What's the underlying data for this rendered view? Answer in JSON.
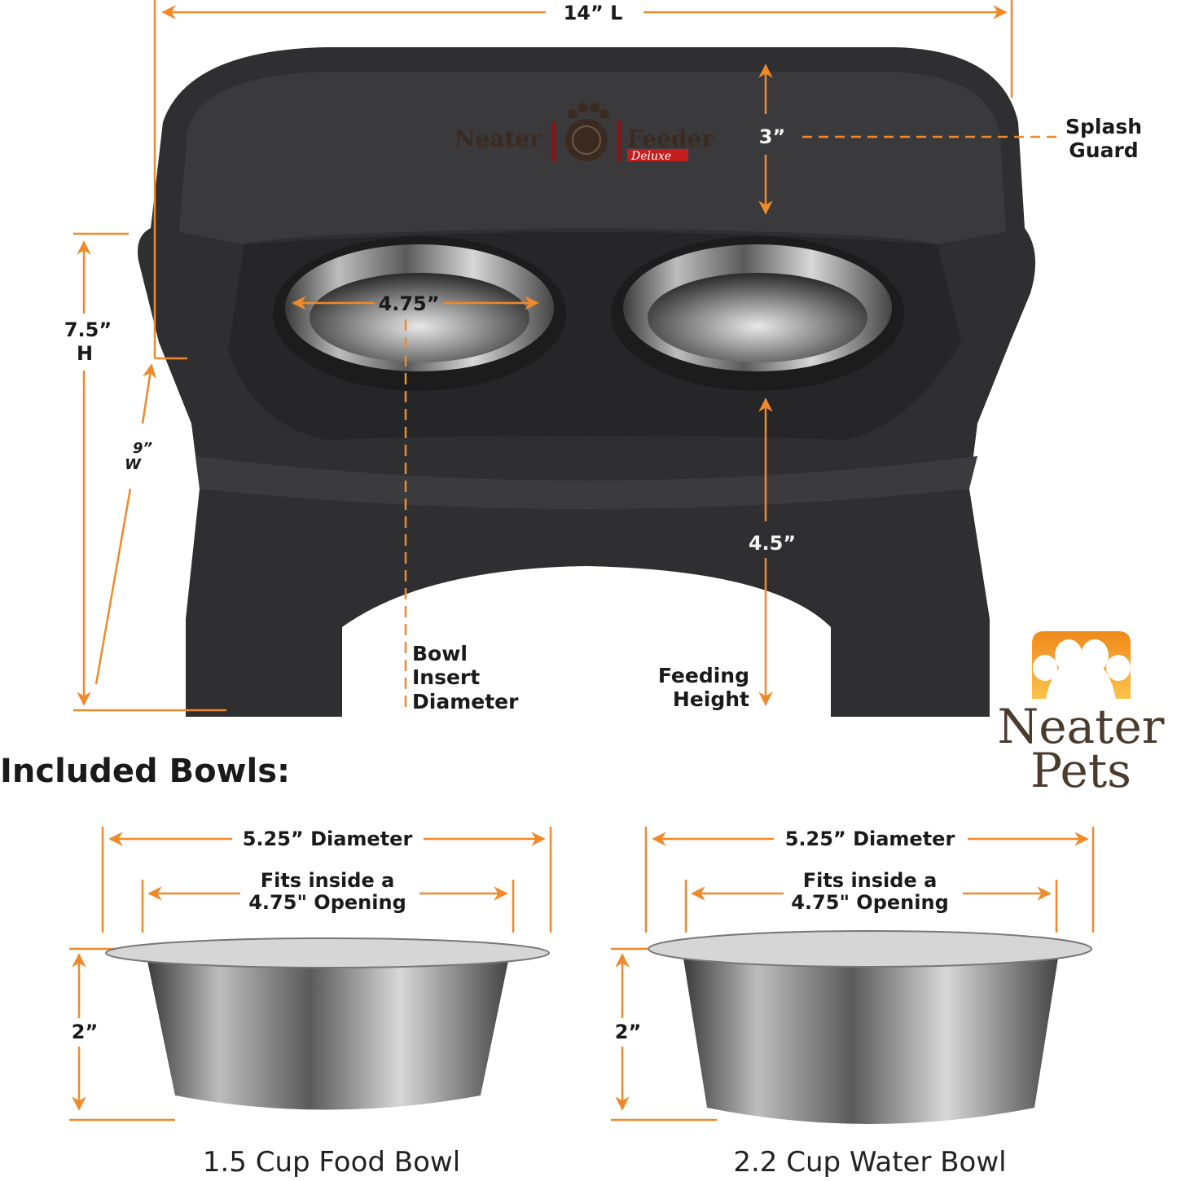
{
  "colors": {
    "accent": "#f0892a",
    "feeder": "#2f2f31",
    "logo_brown": "#4a3b2c",
    "logo_orange": "#f5a023"
  },
  "dimensions": {
    "length": "14” L",
    "splash_guard_height": "3”",
    "splash_guard_label": [
      "Splash",
      "Guard"
    ],
    "height": [
      "7.5”",
      "H"
    ],
    "width": [
      "9”",
      "W"
    ],
    "bowl_insert_diameter": "4.75”",
    "bowl_insert_label": [
      "Bowl",
      "Insert",
      "Diameter"
    ],
    "feeding_height": "4.5”",
    "feeding_height_label": [
      "Feeding",
      "Height"
    ]
  },
  "product_logo": {
    "word1": "Neater",
    "word2": "Feeder",
    "script": "Deluxe"
  },
  "brand_logo": {
    "line1": "Neater",
    "line2": "Pets",
    "icon": "paw-icon"
  },
  "included": {
    "heading": "Included Bowls:",
    "bowls": [
      {
        "diameter": "5.25” Diameter",
        "fits": [
          "Fits inside a",
          "4.75\" Opening"
        ],
        "height": "2”",
        "name": "1.5 Cup Food Bowl"
      },
      {
        "diameter": "5.25” Diameter",
        "fits": [
          "Fits inside a",
          "4.75\" Opening"
        ],
        "height": "2”",
        "name": "2.2 Cup Water Bowl"
      }
    ]
  }
}
